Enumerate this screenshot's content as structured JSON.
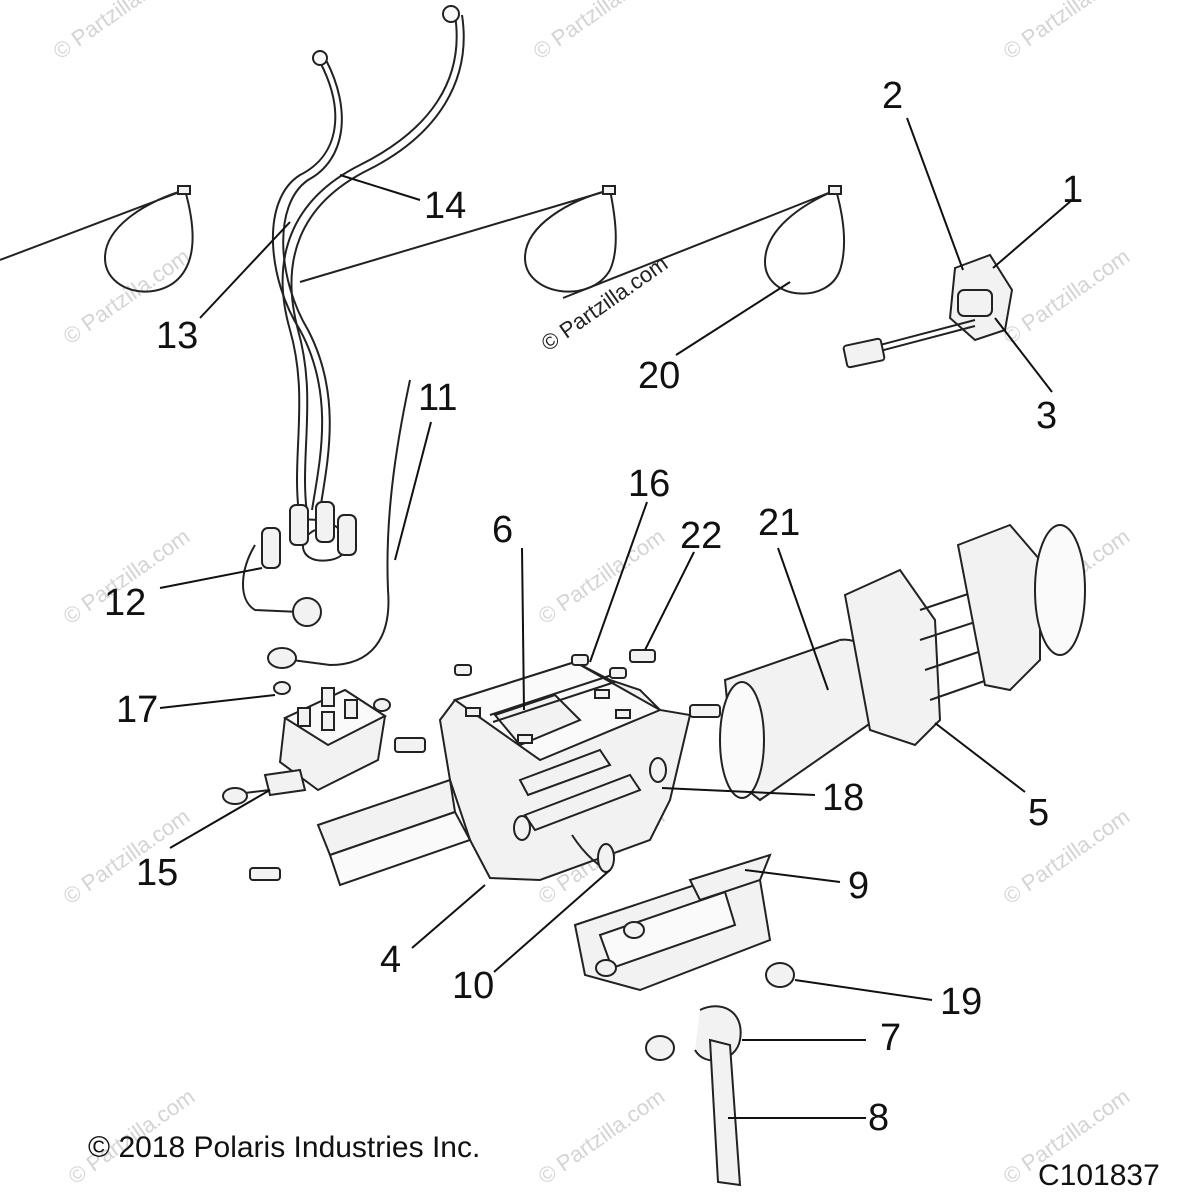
{
  "callouts": [
    {
      "label": "1"
    },
    {
      "label": "2"
    },
    {
      "label": "3"
    },
    {
      "label": "4"
    },
    {
      "label": "5"
    },
    {
      "label": "6"
    },
    {
      "label": "7"
    },
    {
      "label": "8"
    },
    {
      "label": "9"
    },
    {
      "label": "10"
    },
    {
      "label": "11"
    },
    {
      "label": "12"
    },
    {
      "label": "13"
    },
    {
      "label": "14"
    },
    {
      "label": "15"
    },
    {
      "label": "16"
    },
    {
      "label": "17"
    },
    {
      "label": "18"
    },
    {
      "label": "19"
    },
    {
      "label": "20"
    },
    {
      "label": "21"
    },
    {
      "label": "22"
    }
  ],
  "watermark": "© Partzilla.com",
  "copyright": "© 2018 Polaris Industries Inc.",
  "diagram_code": "C101837"
}
